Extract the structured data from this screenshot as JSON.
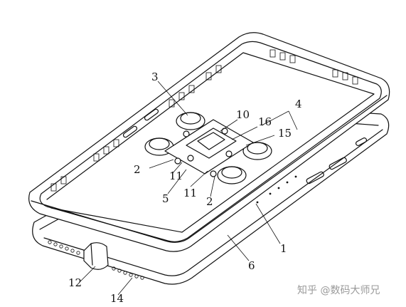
{
  "labels": {
    "l1": "1",
    "l2a": "2",
    "l2b": "2",
    "l3": "3",
    "l4": "4",
    "l5": "5",
    "l6": "6",
    "l10": "10",
    "l11a": "11",
    "l11b": "11",
    "l12": "12",
    "l14": "14",
    "l15": "15",
    "l16": "16"
  },
  "watermark": "知乎 @数码大师兄"
}
